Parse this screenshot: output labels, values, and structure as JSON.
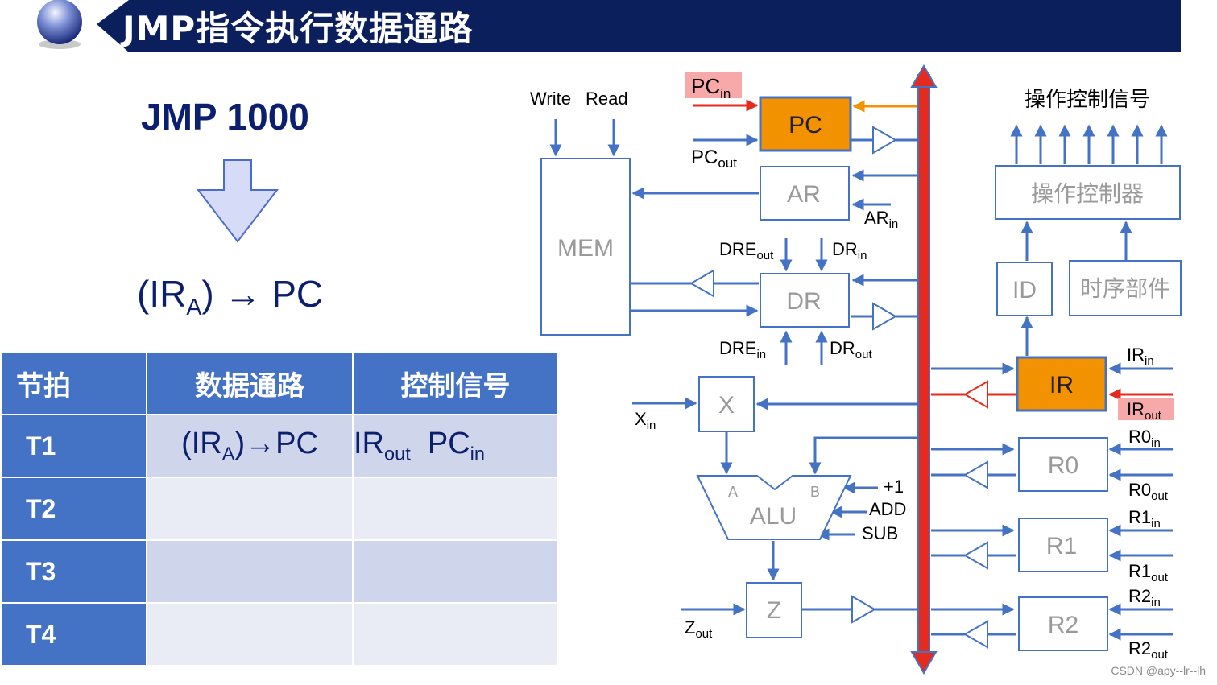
{
  "header": {
    "title": "JMP指令执行数据通路"
  },
  "instruction": "JMP 1000",
  "operation": {
    "open": "(IR",
    "sub": "A",
    "close": ") → PC"
  },
  "table": {
    "headers": [
      "节拍",
      "数据通路",
      "控制信号"
    ],
    "rows": [
      {
        "step": "T1",
        "path": {
          "open": "(IR",
          "sub": "A",
          "close": ")→PC"
        },
        "signals": [
          {
            "base": "IR",
            "sub": "out"
          },
          {
            "base": "PC",
            "sub": "in"
          }
        ]
      },
      {
        "step": "T2"
      },
      {
        "step": "T3"
      },
      {
        "step": "T4"
      }
    ]
  },
  "diagram": {
    "mem_label": "MEM",
    "write_label": "Write",
    "read_label": "Read",
    "registers": {
      "pc": "PC",
      "ar": "AR",
      "dr": "DR",
      "x": "X",
      "z": "Z",
      "ir": "IR",
      "r0": "R0",
      "r1": "R1",
      "r2": "R2",
      "id": "ID"
    },
    "alu": {
      "label": "ALU",
      "a": "A",
      "b": "B",
      "ops": [
        "+1",
        "ADD",
        "SUB"
      ]
    },
    "controller_label": "操作控制器",
    "timing_label": "时序部件",
    "control_signals_label": "操作控制信号",
    "signals": {
      "pc_in": {
        "base": "PC",
        "sub": "in"
      },
      "pc_out": {
        "base": "PC",
        "sub": "out"
      },
      "ar_in": {
        "base": "AR",
        "sub": "in"
      },
      "dre_out": {
        "base": "DRE",
        "sub": "out"
      },
      "dr_in": {
        "base": "DR",
        "sub": "in"
      },
      "dre_in": {
        "base": "DRE",
        "sub": "in"
      },
      "dr_out": {
        "base": "DR",
        "sub": "out"
      },
      "x_in": {
        "base": "X",
        "sub": "in"
      },
      "z_out": {
        "base": "Z",
        "sub": "out"
      },
      "ir_in": {
        "base": "IR",
        "sub": "in"
      },
      "ir_out": {
        "base": "IR",
        "sub": "out"
      },
      "r0_in": {
        "base": "R0",
        "sub": "in"
      },
      "r0_out": {
        "base": "R0",
        "sub": "out"
      },
      "r1_in": {
        "base": "R1",
        "sub": "in"
      },
      "r1_out": {
        "base": "R1",
        "sub": "out"
      },
      "r2_in": {
        "base": "R2",
        "sub": "in"
      },
      "r2_out": {
        "base": "R2",
        "sub": "out"
      }
    }
  },
  "colors": {
    "header_bg": "#0b1f5c",
    "active_register": "#f39200",
    "bus": "#e52b1e",
    "line": "#4472c4",
    "highlight_label": "#f7a9a9",
    "table_header": "#4472c4"
  },
  "watermark": "CSDN @apy--lr--lh"
}
